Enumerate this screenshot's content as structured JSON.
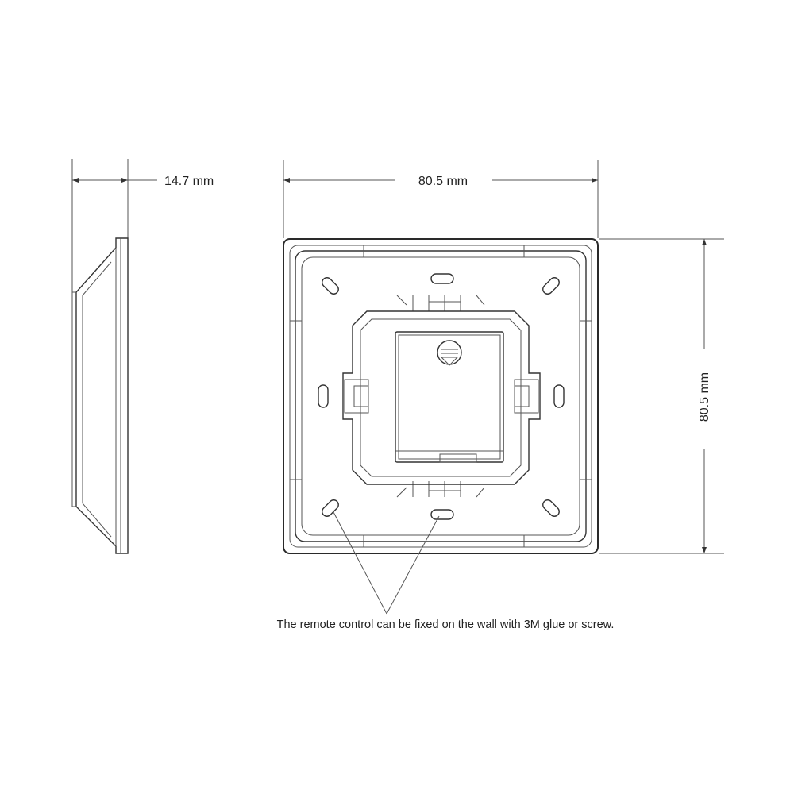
{
  "dimensions": {
    "depth": "14.7 mm",
    "width": "80.5 mm",
    "height": "80.5 mm"
  },
  "note": "The remote control can be fixed on the wall with 3M glue or screw."
}
